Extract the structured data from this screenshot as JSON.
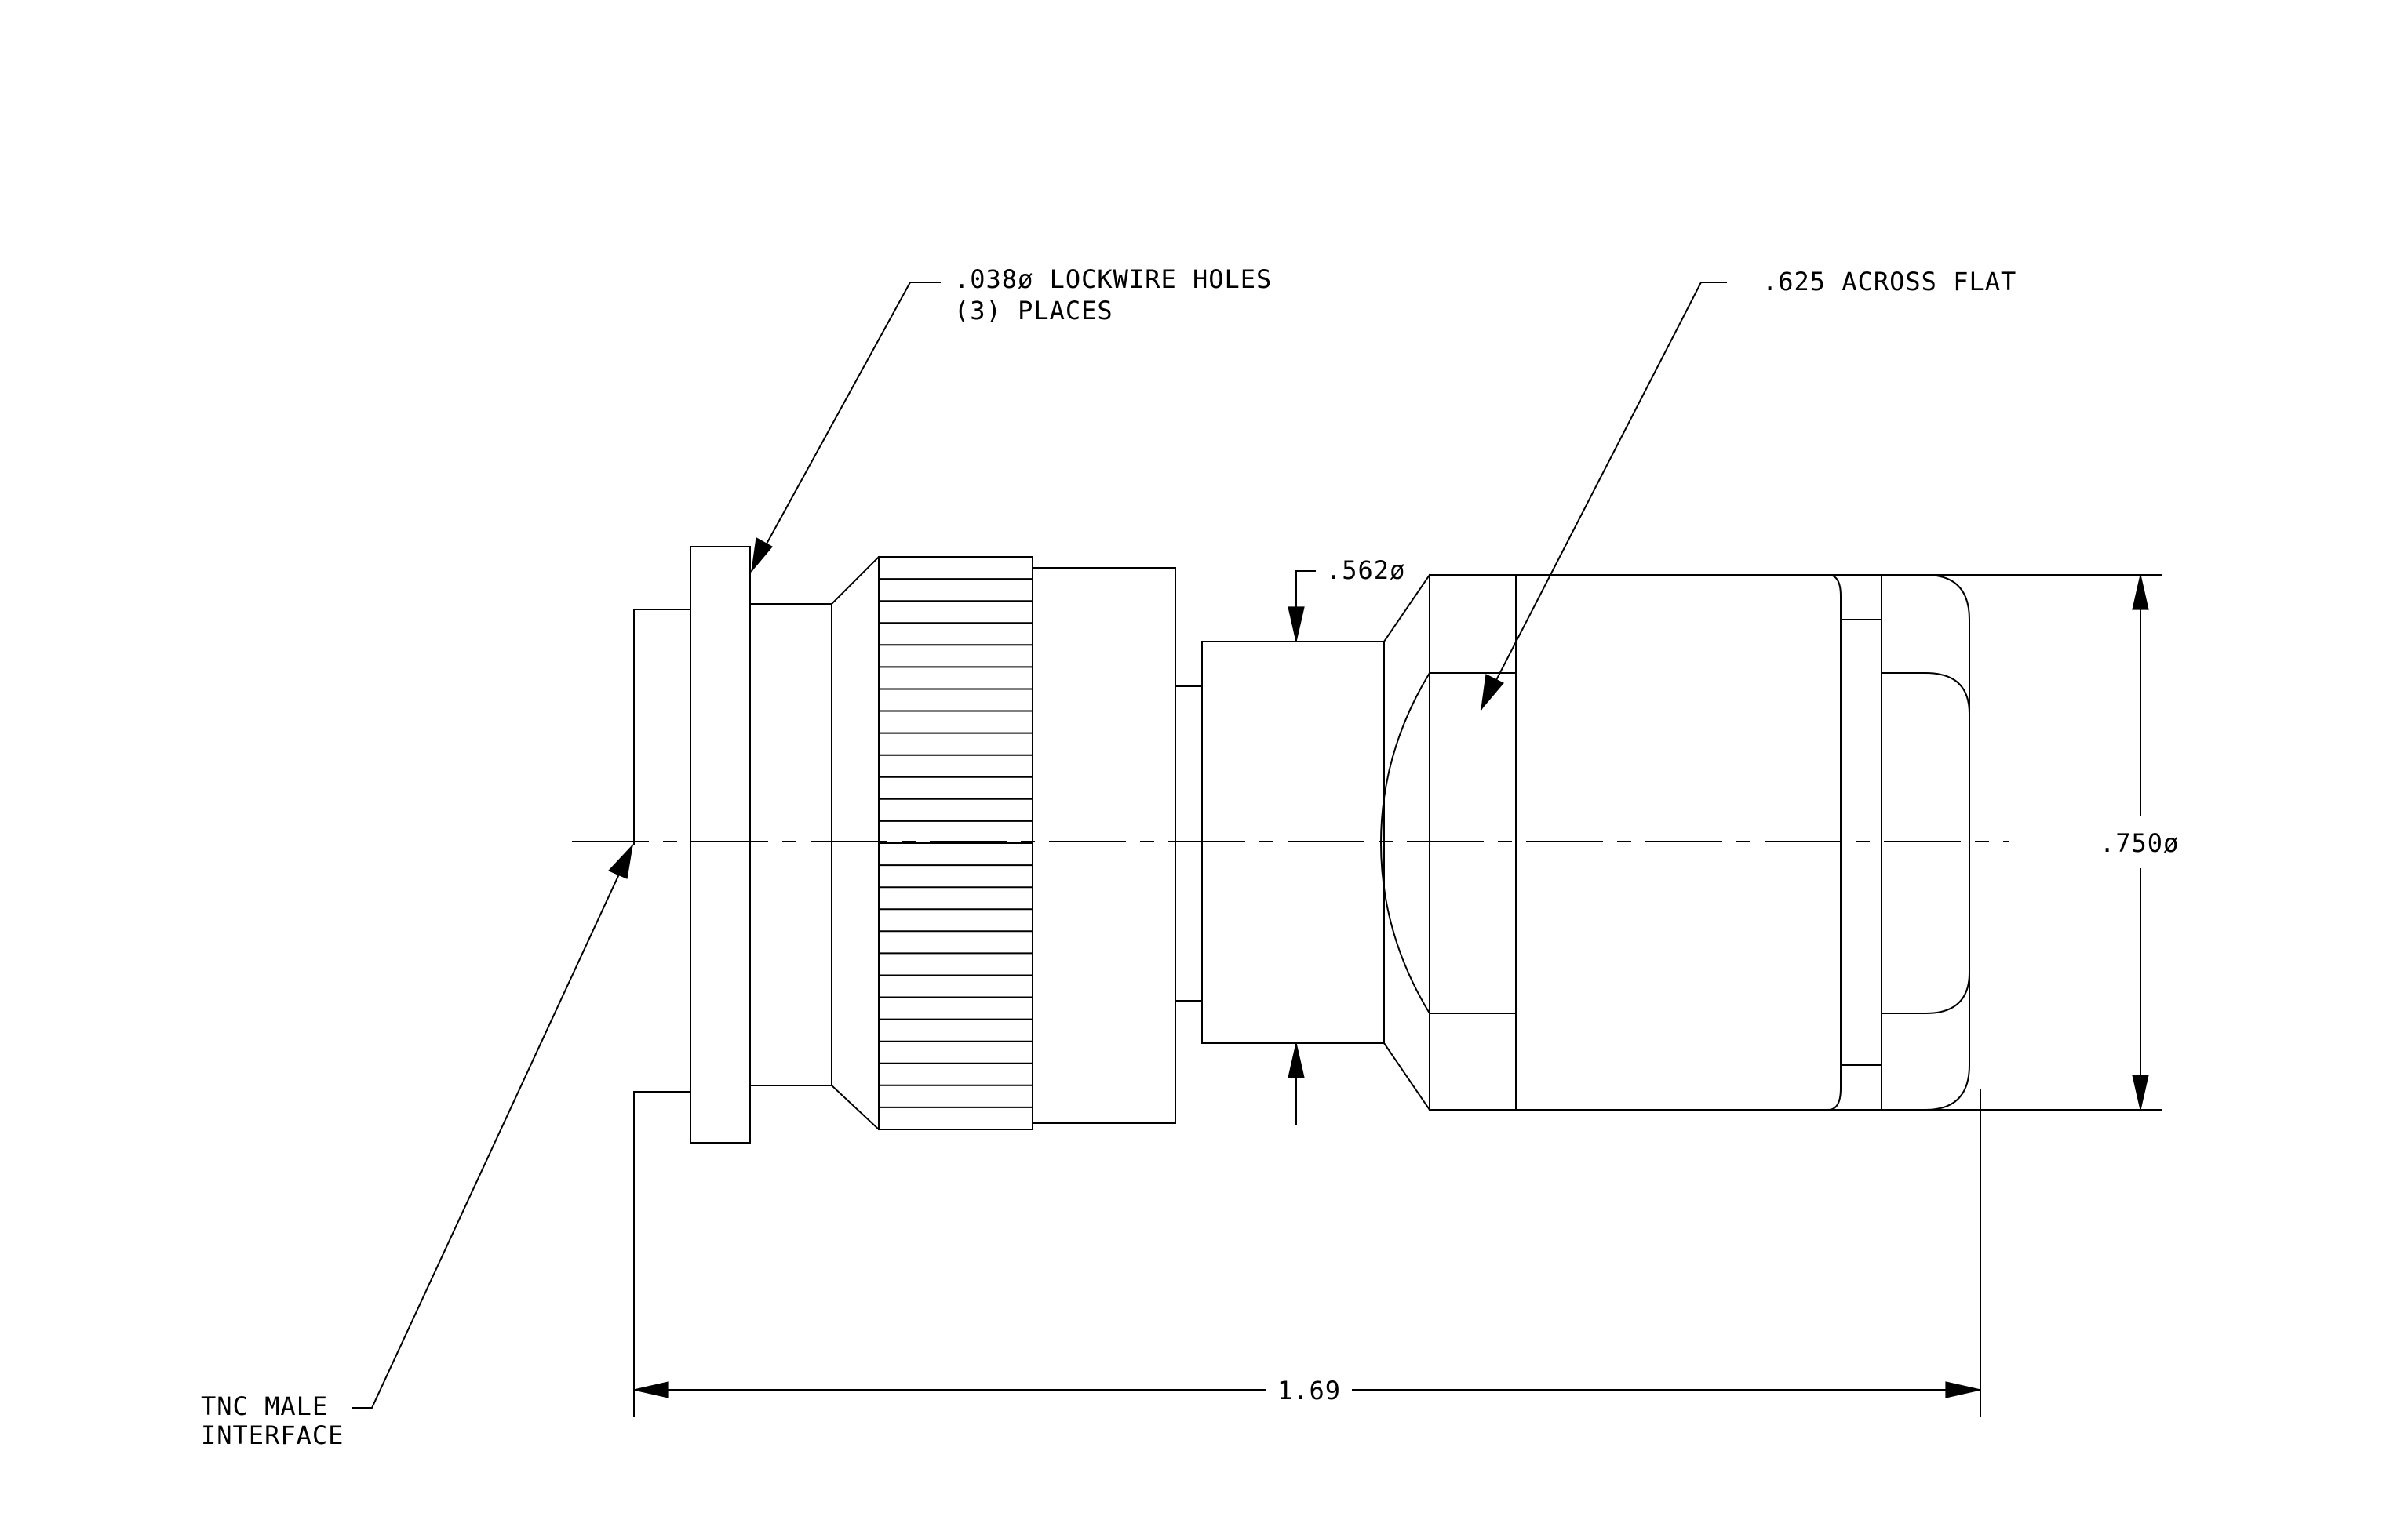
{
  "drawing": {
    "callouts": {
      "lockwire_line1": ".038ø LOCKWIRE HOLES",
      "lockwire_line2": "(3)  PLACES",
      "across_flat": ".625 ACROSS FLAT",
      "interface_line1": "TNC MALE",
      "interface_line2": "INTERFACE"
    },
    "dimensions": {
      "diameter_small": ".562ø",
      "diameter_large": ".750ø",
      "overall_length": "1.69"
    }
  }
}
